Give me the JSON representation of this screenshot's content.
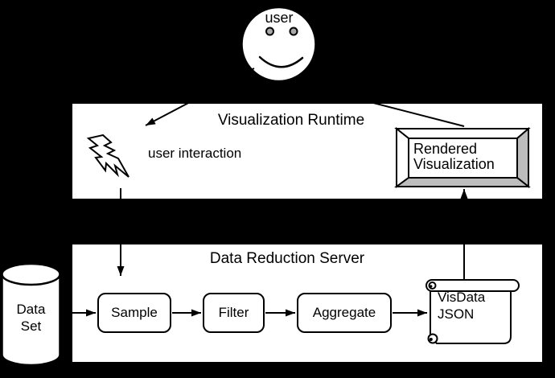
{
  "user": {
    "label": "user"
  },
  "viz_runtime": {
    "title": "Visualization Runtime",
    "interaction_label": "user interaction",
    "monitor": {
      "line1": "Rendered",
      "line2": "Visualization"
    }
  },
  "server": {
    "title": "Data Reduction Server",
    "nodes": [
      {
        "label": "Sample"
      },
      {
        "label": "Filter"
      },
      {
        "label": "Aggregate"
      }
    ],
    "scroll": {
      "line1": "VisData",
      "line2": "JSON"
    }
  },
  "dataset": {
    "line1": "Data",
    "line2": "Set"
  },
  "icons": {
    "smiley_face": "smiley-face-icon",
    "lightning_bolt": "lightning-bolt-icon",
    "monitor": "monitor-icon",
    "scroll": "scroll-icon",
    "database_cylinder": "database-cylinder-icon"
  },
  "colors": {
    "background": "#000000",
    "surface": "#ffffff",
    "line": "#000000",
    "monitor_bevel": "#bdbdbd",
    "eye_fill": "#a9a9a9"
  }
}
